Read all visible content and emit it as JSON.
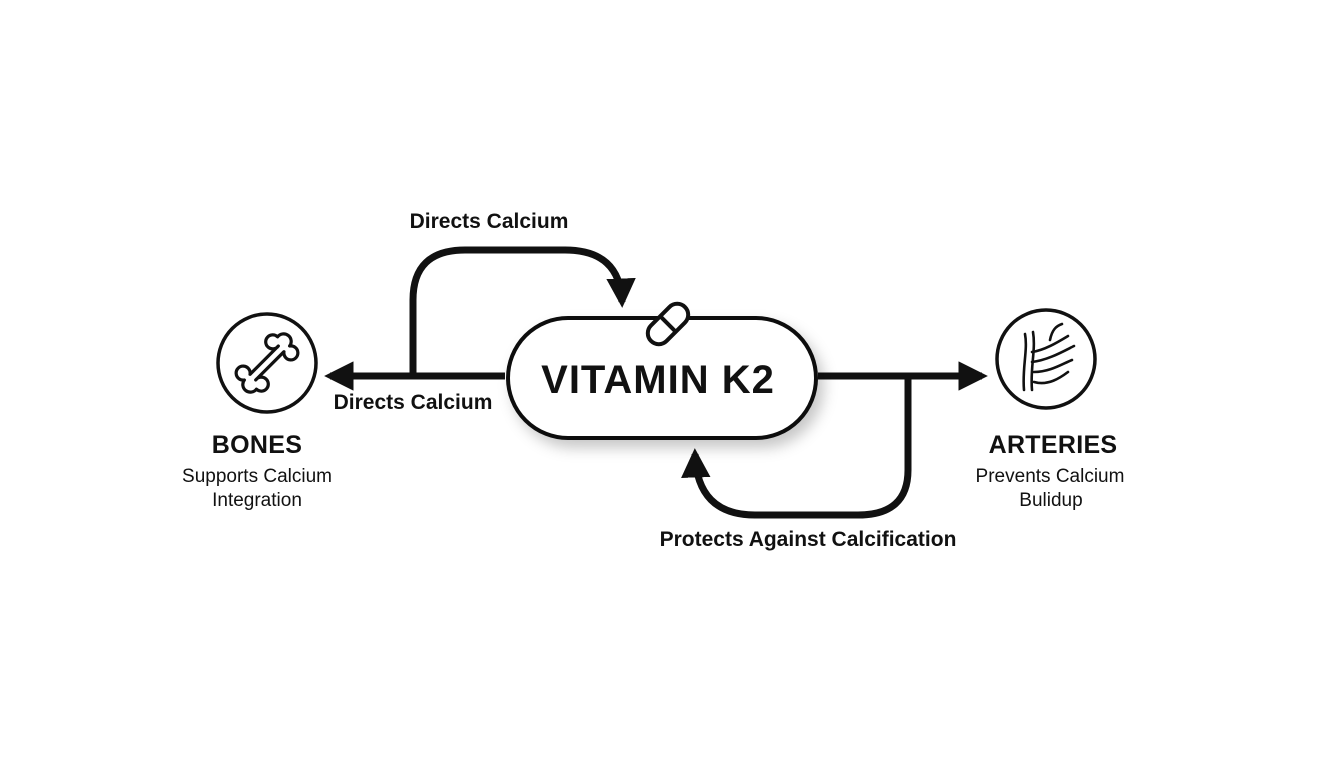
{
  "center": {
    "label": "VITAMIN K2",
    "icon": "capsule-icon"
  },
  "nodes": {
    "bones": {
      "title": "BONES",
      "desc_line1": "Supports Calcium",
      "desc_line2": "Integration",
      "icon": "bone-icon"
    },
    "arteries": {
      "title": "ARTERIES",
      "desc_line1": "Prevents Calcium",
      "desc_line2": "Bulidup",
      "icon": "artery-icon"
    }
  },
  "edges": {
    "top_loop_label": "Directs Calcium",
    "to_bones_label": "Directs Calcium",
    "bottom_loop_label": "Protects Against Calcification"
  },
  "colors": {
    "ink": "#111111",
    "background": "#ffffff"
  }
}
